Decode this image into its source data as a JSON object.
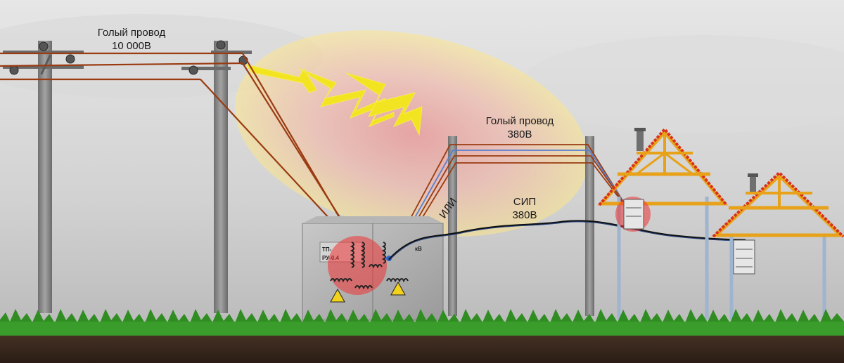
{
  "labels": {
    "hv_line_title": "Голый провод",
    "hv_line_voltage": "10 000В",
    "lv_line_title": "Голый провод",
    "lv_line_voltage": "380В",
    "sip_title": "СИП",
    "sip_voltage": "380В",
    "or_label": "ИЛИ"
  },
  "substation": {
    "plate_line1": "ТП-",
    "plate_line2": "РУ-0.4",
    "plate_right": "кВ"
  },
  "colors": {
    "sky_top": "#e4e4e4",
    "sky_bottom": "#b9b9b9",
    "wire_brown": "#9a3b12",
    "wire_blue": "#5a7fd0",
    "sip_black": "#111111",
    "danger_red": "#e03030",
    "lightning_yellow": "#f2e420",
    "roof_orange": "#e8a21a",
    "roof_tiles_red": "#d8301c",
    "pole_grey": "#8a8a8a",
    "grass_green": "#2f8d22",
    "soil_brown": "#3b2a1f"
  }
}
